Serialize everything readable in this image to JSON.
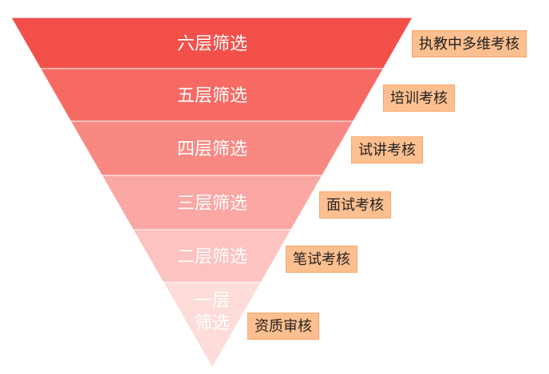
{
  "funnel": {
    "layers": [
      {
        "label": "六层筛选",
        "tag": "执教中多维考核",
        "color": "#f4504a"
      },
      {
        "label": "五层筛选",
        "tag": "培训考核",
        "color": "#f76a64"
      },
      {
        "label": "四层筛选",
        "tag": "试讲考核",
        "color": "#f98883"
      },
      {
        "label": "三层筛选",
        "tag": "面试考核",
        "color": "#fba7a3"
      },
      {
        "label": "二层筛选",
        "tag": "笔试考核",
        "color": "#fcc3c0"
      },
      {
        "label": "一层筛选",
        "tag": "资质审核",
        "color": "#fddcda"
      }
    ]
  }
}
